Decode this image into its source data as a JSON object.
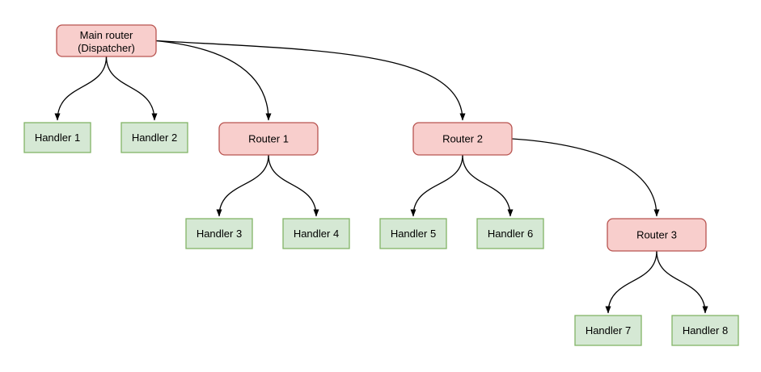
{
  "diagram": {
    "type": "flowchart-tree",
    "background": "#ffffff",
    "colors": {
      "router_fill": "#f8cecc",
      "router_stroke": "#b85450",
      "handler_fill": "#d5e8d4",
      "handler_stroke": "#82b366",
      "edge_stroke": "#000000",
      "text": "#000000"
    },
    "nodes": {
      "main_router": {
        "kind": "router",
        "label": "Main router (Dispatcher)",
        "line1": "Main router",
        "line2": "(Dispatcher)"
      },
      "handler1": {
        "kind": "handler",
        "label": "Handler 1"
      },
      "handler2": {
        "kind": "handler",
        "label": "Handler 2"
      },
      "router1": {
        "kind": "router",
        "label": "Router 1"
      },
      "router2": {
        "kind": "router",
        "label": "Router 2"
      },
      "handler3": {
        "kind": "handler",
        "label": "Handler 3"
      },
      "handler4": {
        "kind": "handler",
        "label": "Handler 4"
      },
      "handler5": {
        "kind": "handler",
        "label": "Handler 5"
      },
      "handler6": {
        "kind": "handler",
        "label": "Handler 6"
      },
      "router3": {
        "kind": "router",
        "label": "Router 3"
      },
      "handler7": {
        "kind": "handler",
        "label": "Handler 7"
      },
      "handler8": {
        "kind": "handler",
        "label": "Handler 8"
      }
    },
    "edges": [
      {
        "from": "main_router",
        "to": "handler1"
      },
      {
        "from": "main_router",
        "to": "handler2"
      },
      {
        "from": "main_router",
        "to": "router1"
      },
      {
        "from": "main_router",
        "to": "router2"
      },
      {
        "from": "router1",
        "to": "handler3"
      },
      {
        "from": "router1",
        "to": "handler4"
      },
      {
        "from": "router2",
        "to": "handler5"
      },
      {
        "from": "router2",
        "to": "handler6"
      },
      {
        "from": "router2",
        "to": "router3"
      },
      {
        "from": "router3",
        "to": "handler7"
      },
      {
        "from": "router3",
        "to": "handler8"
      }
    ]
  }
}
